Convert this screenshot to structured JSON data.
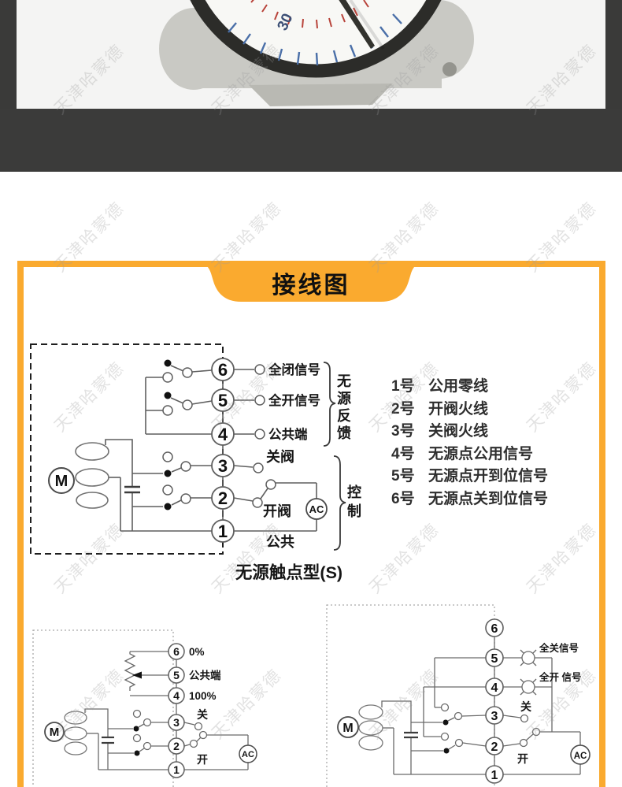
{
  "accent_color": "#FAAA2F",
  "watermark": {
    "text": "天津哈蒙德"
  },
  "hero": {
    "gauge_label": "30"
  },
  "banner": {
    "title": "接线图"
  },
  "diagram_main": {
    "caption": "无源触点型(S)",
    "terminals": [
      "6",
      "5",
      "4",
      "3",
      "2",
      "1"
    ],
    "labels": {
      "t6": "全闭信号",
      "t5": "全开信号",
      "t4": "公共端",
      "t3": "关阀",
      "t2": "开阀",
      "t1": "公共",
      "feedback_brace": "无源反馈",
      "control_brace": "控制",
      "motor": "M",
      "ac": "AC"
    }
  },
  "legend": {
    "items": [
      {
        "no": "1号",
        "desc": "公用零线"
      },
      {
        "no": "2号",
        "desc": "开阀火线"
      },
      {
        "no": "3号",
        "desc": "关阀火线"
      },
      {
        "no": "4号",
        "desc": "无源点公用信号"
      },
      {
        "no": "5号",
        "desc": "无源点开到位信号"
      },
      {
        "no": "6号",
        "desc": "无源点关到位信号"
      }
    ]
  },
  "diagram_pot": {
    "terminals": [
      "6",
      "5",
      "4",
      "3",
      "2",
      "1"
    ],
    "labels": {
      "t6": "0%",
      "t5": "公共端",
      "t4": "100%",
      "t3": "关",
      "t2": "开",
      "motor": "M",
      "ac": "AC"
    }
  },
  "diagram_lamp": {
    "terminals": [
      "6",
      "5",
      "4",
      "3",
      "2",
      "1"
    ],
    "labels": {
      "t5": "全关信号",
      "t4": "全开 信号",
      "t3": "关",
      "t2": "开",
      "motor": "M",
      "ac": "AC"
    }
  }
}
